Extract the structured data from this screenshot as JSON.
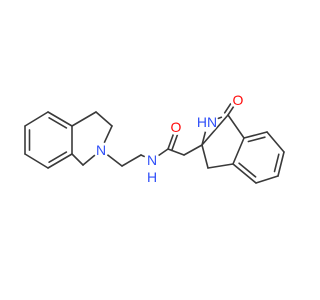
{
  "molecule": {
    "atoms": {
      "nitrogen_ring": {
        "text": "N",
        "color": "#3050F8"
      },
      "nitrogen_amide": {
        "text": "N",
        "color": "#3050F8"
      },
      "hydrogen_amide": {
        "text": "H",
        "color": "#3050F8"
      },
      "oxygen_amide": {
        "text": "O",
        "color": "#FF0D0D"
      },
      "nitrogen_lactam": {
        "text": "HN",
        "color": "#3050F8"
      },
      "oxygen_lactam": {
        "text": "O",
        "color": "#FF0D0D"
      }
    },
    "bond_color": "#3a3a3a"
  }
}
